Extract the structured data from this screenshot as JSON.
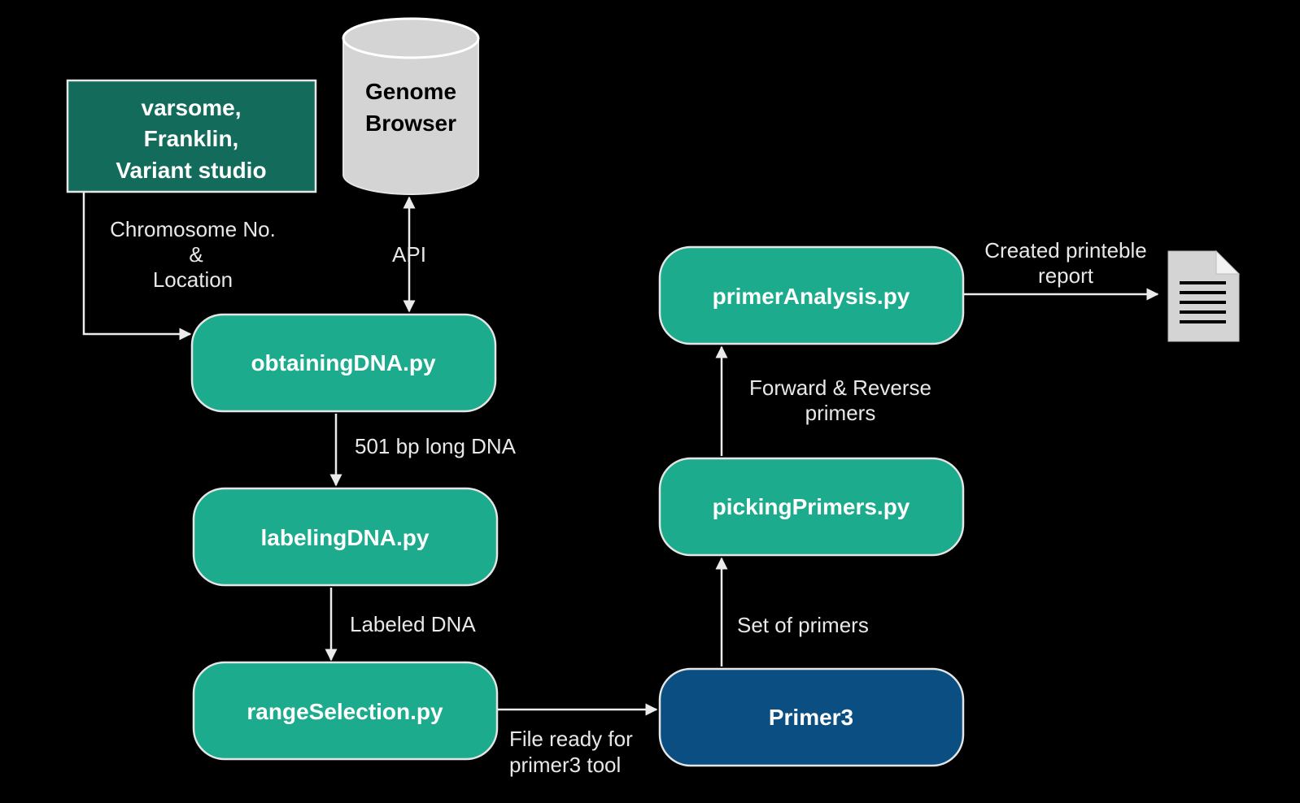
{
  "colors": {
    "background": "#000000",
    "script_node_fill": "#1cab8c",
    "script_node_border": "#e5e5e5",
    "source_node_fill": "#136b5c",
    "tool_node_fill": "#0b4f82",
    "database_fill": "#d4d4d4",
    "document_fill": "#d4d4d4",
    "line_color": "#ebebeb"
  },
  "nodes": {
    "sources": {
      "line1": "varsome,",
      "line2": "Franklin,",
      "line3": "Variant studio"
    },
    "genome_browser": {
      "line1": "Genome",
      "line2": "Browser",
      "icon": "database-cylinder-icon"
    },
    "obtaining_dna": "obtainingDNA.py",
    "labeling_dna": "labelingDNA.py",
    "range_selection": "rangeSelection.py",
    "primer3": "Primer3",
    "picking_primers": "pickingPrimers.py",
    "primer_analysis": "primerAnalysis.py",
    "report_icon": "document-icon"
  },
  "edges": {
    "chromosome": {
      "line1": "Chromosome No.",
      "line2": "&",
      "line3": "Location"
    },
    "api": "API",
    "dna_501": "501 bp long DNA",
    "labeled_dna": "Labeled DNA",
    "file_ready": {
      "line1": "File ready for",
      "line2": "primer3 tool"
    },
    "set_of_primers": "Set of primers",
    "forward_reverse": {
      "line1": "Forward & Reverse",
      "line2": "primers"
    },
    "report": {
      "line1": "Created printeble",
      "line2": "report"
    }
  }
}
